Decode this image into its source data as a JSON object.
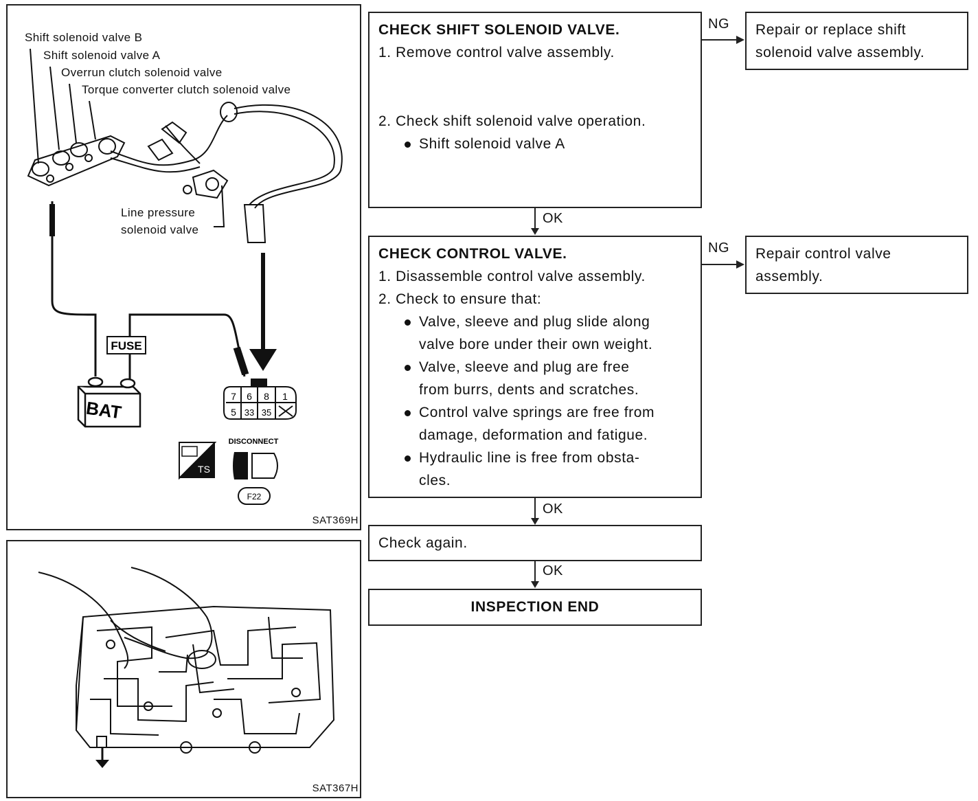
{
  "figure_top": {
    "labels": {
      "shift_b": "Shift solenoid valve B",
      "shift_a": "Shift solenoid valve A",
      "overrun": "Overrun clutch solenoid valve",
      "tcc": "Torque converter clutch solenoid valve",
      "line_pressure_1": "Line pressure",
      "line_pressure_2": "solenoid valve"
    },
    "fuse": "FUSE",
    "bat": "BAT",
    "connector_pins_top": [
      "7",
      "6",
      "8",
      "1"
    ],
    "connector_pins_bottom": [
      "5",
      "33",
      "35"
    ],
    "disconnect": "DISCONNECT",
    "tester_label": "TS",
    "connector_id": "F22",
    "code": "SAT369H"
  },
  "figure_bottom": {
    "code": "SAT367H"
  },
  "flow": {
    "step1": {
      "title": "CHECK SHIFT SOLENOID VALVE.",
      "line1": "1. Remove control valve assembly.",
      "line2": "2. Check shift solenoid valve operation.",
      "bullet1": "Shift solenoid valve A"
    },
    "ng1": "NG",
    "ng1_box": {
      "line1": "Repair or replace shift",
      "line2": "solenoid valve assembly."
    },
    "ok1": "OK",
    "step2": {
      "title": "CHECK CONTROL VALVE.",
      "line1": "1. Disassemble control valve assembly.",
      "line2": "2. Check to ensure that:",
      "b1a": "Valve, sleeve and plug slide along",
      "b1b": "valve bore under their own weight.",
      "b2a": "Valve, sleeve and plug are free",
      "b2b": "from burrs, dents and scratches.",
      "b3a": "Control valve springs are free from",
      "b3b": "damage, deformation and fatigue.",
      "b4a": "Hydraulic line is free from obsta-",
      "b4b": "cles."
    },
    "ng2": "NG",
    "ng2_box": {
      "line1": "Repair control valve",
      "line2": "assembly."
    },
    "ok2": "OK",
    "step3": "Check again.",
    "ok3": "OK",
    "end": "INSPECTION END"
  }
}
